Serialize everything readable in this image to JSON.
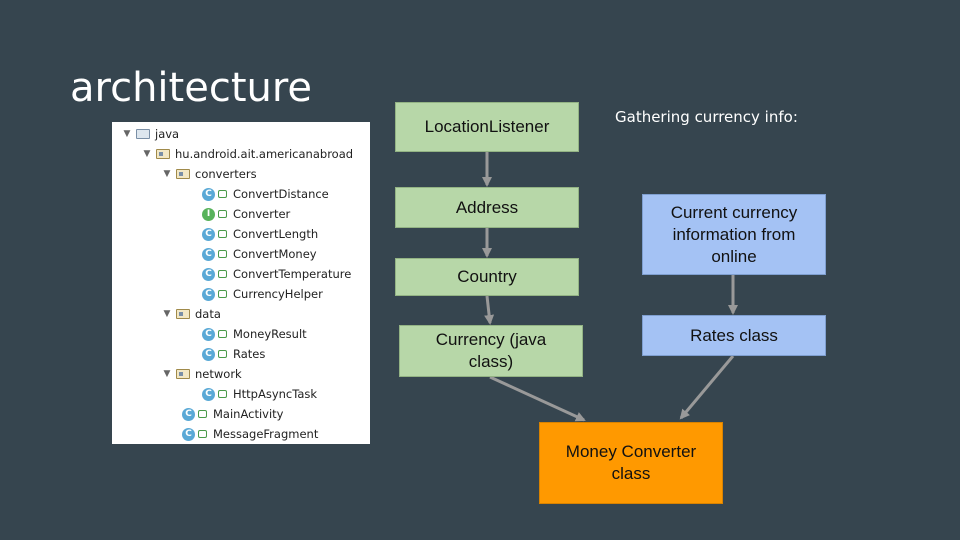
{
  "slide": {
    "title": "architecture",
    "subtitle": "Gathering currency info:"
  },
  "tree": {
    "rows": [
      {
        "label": "java",
        "kind": "folder",
        "expanded": true
      },
      {
        "label": "hu.android.ait.americanabroad",
        "kind": "package",
        "expanded": true
      },
      {
        "label": "converters",
        "kind": "package",
        "expanded": true
      },
      {
        "label": "ConvertDistance",
        "kind": "class"
      },
      {
        "label": "Converter",
        "kind": "interface"
      },
      {
        "label": "ConvertLength",
        "kind": "class"
      },
      {
        "label": "ConvertMoney",
        "kind": "class"
      },
      {
        "label": "ConvertTemperature",
        "kind": "class"
      },
      {
        "label": "CurrencyHelper",
        "kind": "class"
      },
      {
        "label": "data",
        "kind": "package",
        "expanded": true
      },
      {
        "label": "MoneyResult",
        "kind": "class"
      },
      {
        "label": "Rates",
        "kind": "class"
      },
      {
        "label": "network",
        "kind": "package",
        "expanded": true
      },
      {
        "label": "HttpAsyncTask",
        "kind": "class"
      },
      {
        "label": "MainActivity",
        "kind": "class"
      },
      {
        "label": "MessageFragment",
        "kind": "class"
      }
    ],
    "class_icon_letter": "C",
    "interface_icon_letter": "I"
  },
  "diagram": {
    "nodes": {
      "location_listener": "LocationListener",
      "address": "Address",
      "country": "Country",
      "currency": "Currency (java class)",
      "online_info": "Current currency information from online",
      "rates": "Rates class",
      "money_converter": "Money Converter class"
    },
    "colors": {
      "green": "#b7d7a8",
      "blue": "#a4c2f4",
      "orange": "#ff9900",
      "arrow": "#999999",
      "background": "#36454f"
    }
  }
}
